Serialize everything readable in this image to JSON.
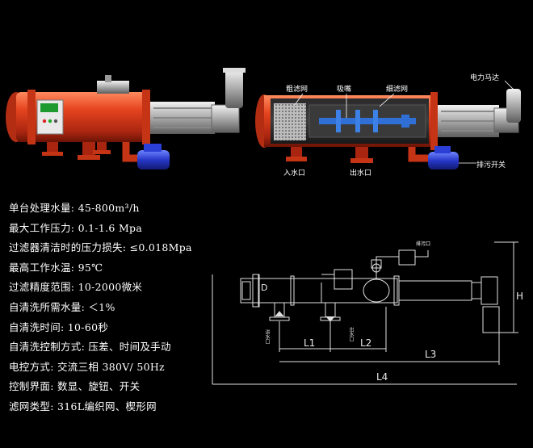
{
  "specs": [
    "单台处理水量: 45-800m³/h",
    "最大工作压力: 0.1-1.6 Mpa",
    "过滤器清洁时的压力损失: ≤0.018Mpa",
    "最高工作水温: 95℃",
    "过滤精度范围: 10-2000微米",
    "自清洗所需水量: ＜1%",
    "自清洗时间: 10-60秒",
    "自清洗控制方式: 压差、时间及手动",
    "电控方式: 交流三相 380V/ 50Hz",
    "控制界面: 数显、旋钮、开关",
    "滤网类型: 316L编织网、楔形网"
  ],
  "callouts": {
    "coarse_screen": "粗滤网",
    "suction_nozzle": "吸嘴",
    "fine_screen": "细滤网",
    "motor": "电力马达",
    "inlet": "入水口",
    "outlet": "出水口",
    "drain_switch": "排污开关"
  },
  "drawing": {
    "D": "D",
    "H": "H",
    "L1": "L1",
    "L2": "L2",
    "L3": "L3",
    "L4": "L4",
    "inlet_small": "进水口",
    "outlet_small": "出水口",
    "drain_small": "排污口"
  },
  "colors": {
    "tank_red": "#d63a1e",
    "tank_dark": "#8e1f0c",
    "steel": "#c9c9c9",
    "valve_blue": "#2b3fd6"
  }
}
